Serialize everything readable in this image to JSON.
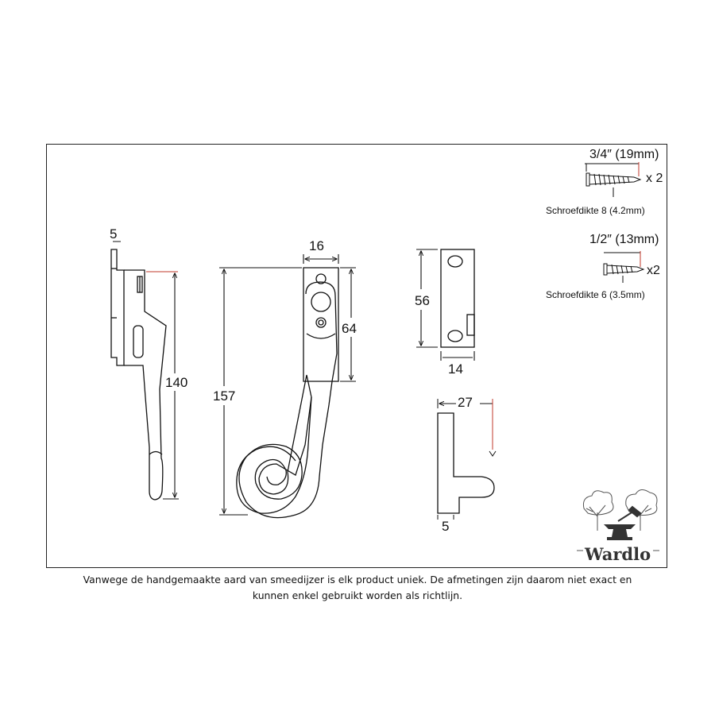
{
  "dimensions": {
    "side_top_width": "5",
    "side_height": "140",
    "handle_height": "157",
    "handle_width": "16",
    "handle_plate_height": "64",
    "keep_height": "56",
    "keep_width": "14",
    "bracket_width": "27",
    "bracket_thickness": "5"
  },
  "screws": [
    {
      "size": "3/4″ (19mm)",
      "qty": "x 2",
      "spec": "Schroefdikte 8 (4.2mm)"
    },
    {
      "size": "1/2″ (13mm)",
      "qty": "x2",
      "spec": "Schroefdikte 6 (3.5mm)"
    }
  ],
  "logo": {
    "text": "Wardlo"
  },
  "disclaimer": {
    "line1": "Vanwege de handgemaakte aard van smeedijzer is elk product uniek. De afmetingen zijn daarom niet exact en",
    "line2": "kunnen enkel gebruikt worden als richtlijn."
  },
  "colors": {
    "line": "#111111",
    "accent": "#c0392b",
    "logo": "#333333"
  }
}
